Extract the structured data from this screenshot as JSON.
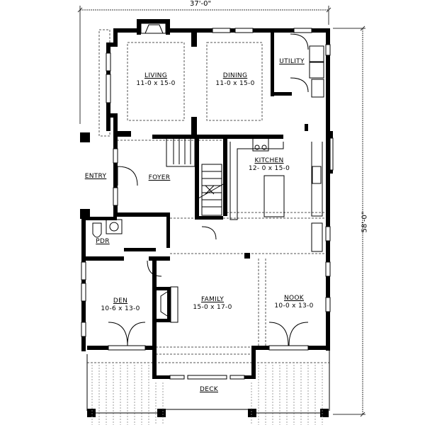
{
  "dimensions": {
    "width": "37'-0\"",
    "depth": "58'-0\""
  },
  "rooms": [
    {
      "id": "living",
      "name": "LIVING",
      "size": "11-0 x 15-0"
    },
    {
      "id": "dining",
      "name": "DINING",
      "size": "11-0 x 15-0"
    },
    {
      "id": "utility",
      "name": "UTILITY",
      "size": ""
    },
    {
      "id": "entry",
      "name": "ENTRY",
      "size": ""
    },
    {
      "id": "foyer",
      "name": "FOYER",
      "size": ""
    },
    {
      "id": "kitchen",
      "name": "KITCHEN",
      "size": "12- 0 x 15-0"
    },
    {
      "id": "pdr",
      "name": "PDR",
      "size": ""
    },
    {
      "id": "den",
      "name": "DEN",
      "size": "10-6 x 13-0"
    },
    {
      "id": "family",
      "name": "FAMILY",
      "size": "15-0 x 17-0"
    },
    {
      "id": "nook",
      "name": "NOOK",
      "size": "10-0 x 13-0"
    },
    {
      "id": "deck",
      "name": "DECK",
      "size": ""
    }
  ],
  "colors": {
    "wall": "#000000",
    "background": "#ffffff",
    "dashed": "#555555"
  }
}
